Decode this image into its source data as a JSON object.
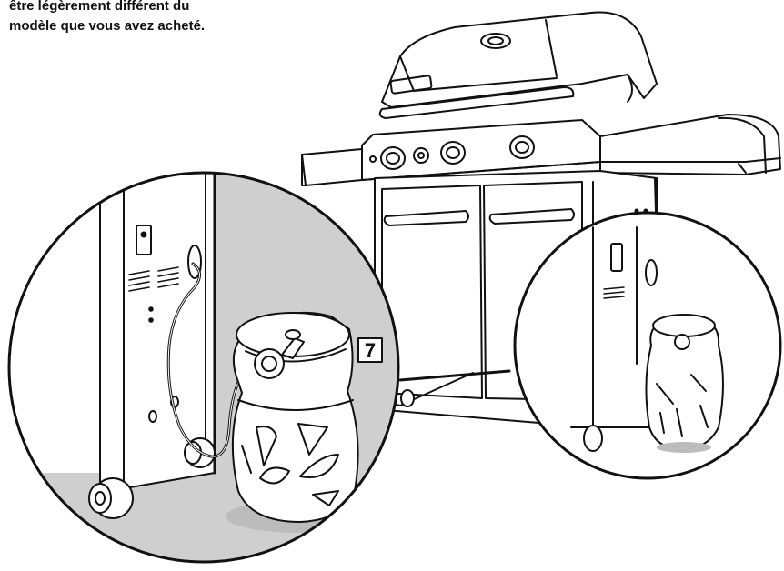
{
  "caption": {
    "line1": "être légèrement différent du",
    "line2": "modèle que vous avez acheté."
  },
  "step": {
    "number": "7"
  },
  "colors": {
    "ink": "#111111",
    "zoom_bg": "#cfcfcf",
    "floor": "#bcbcbc"
  }
}
